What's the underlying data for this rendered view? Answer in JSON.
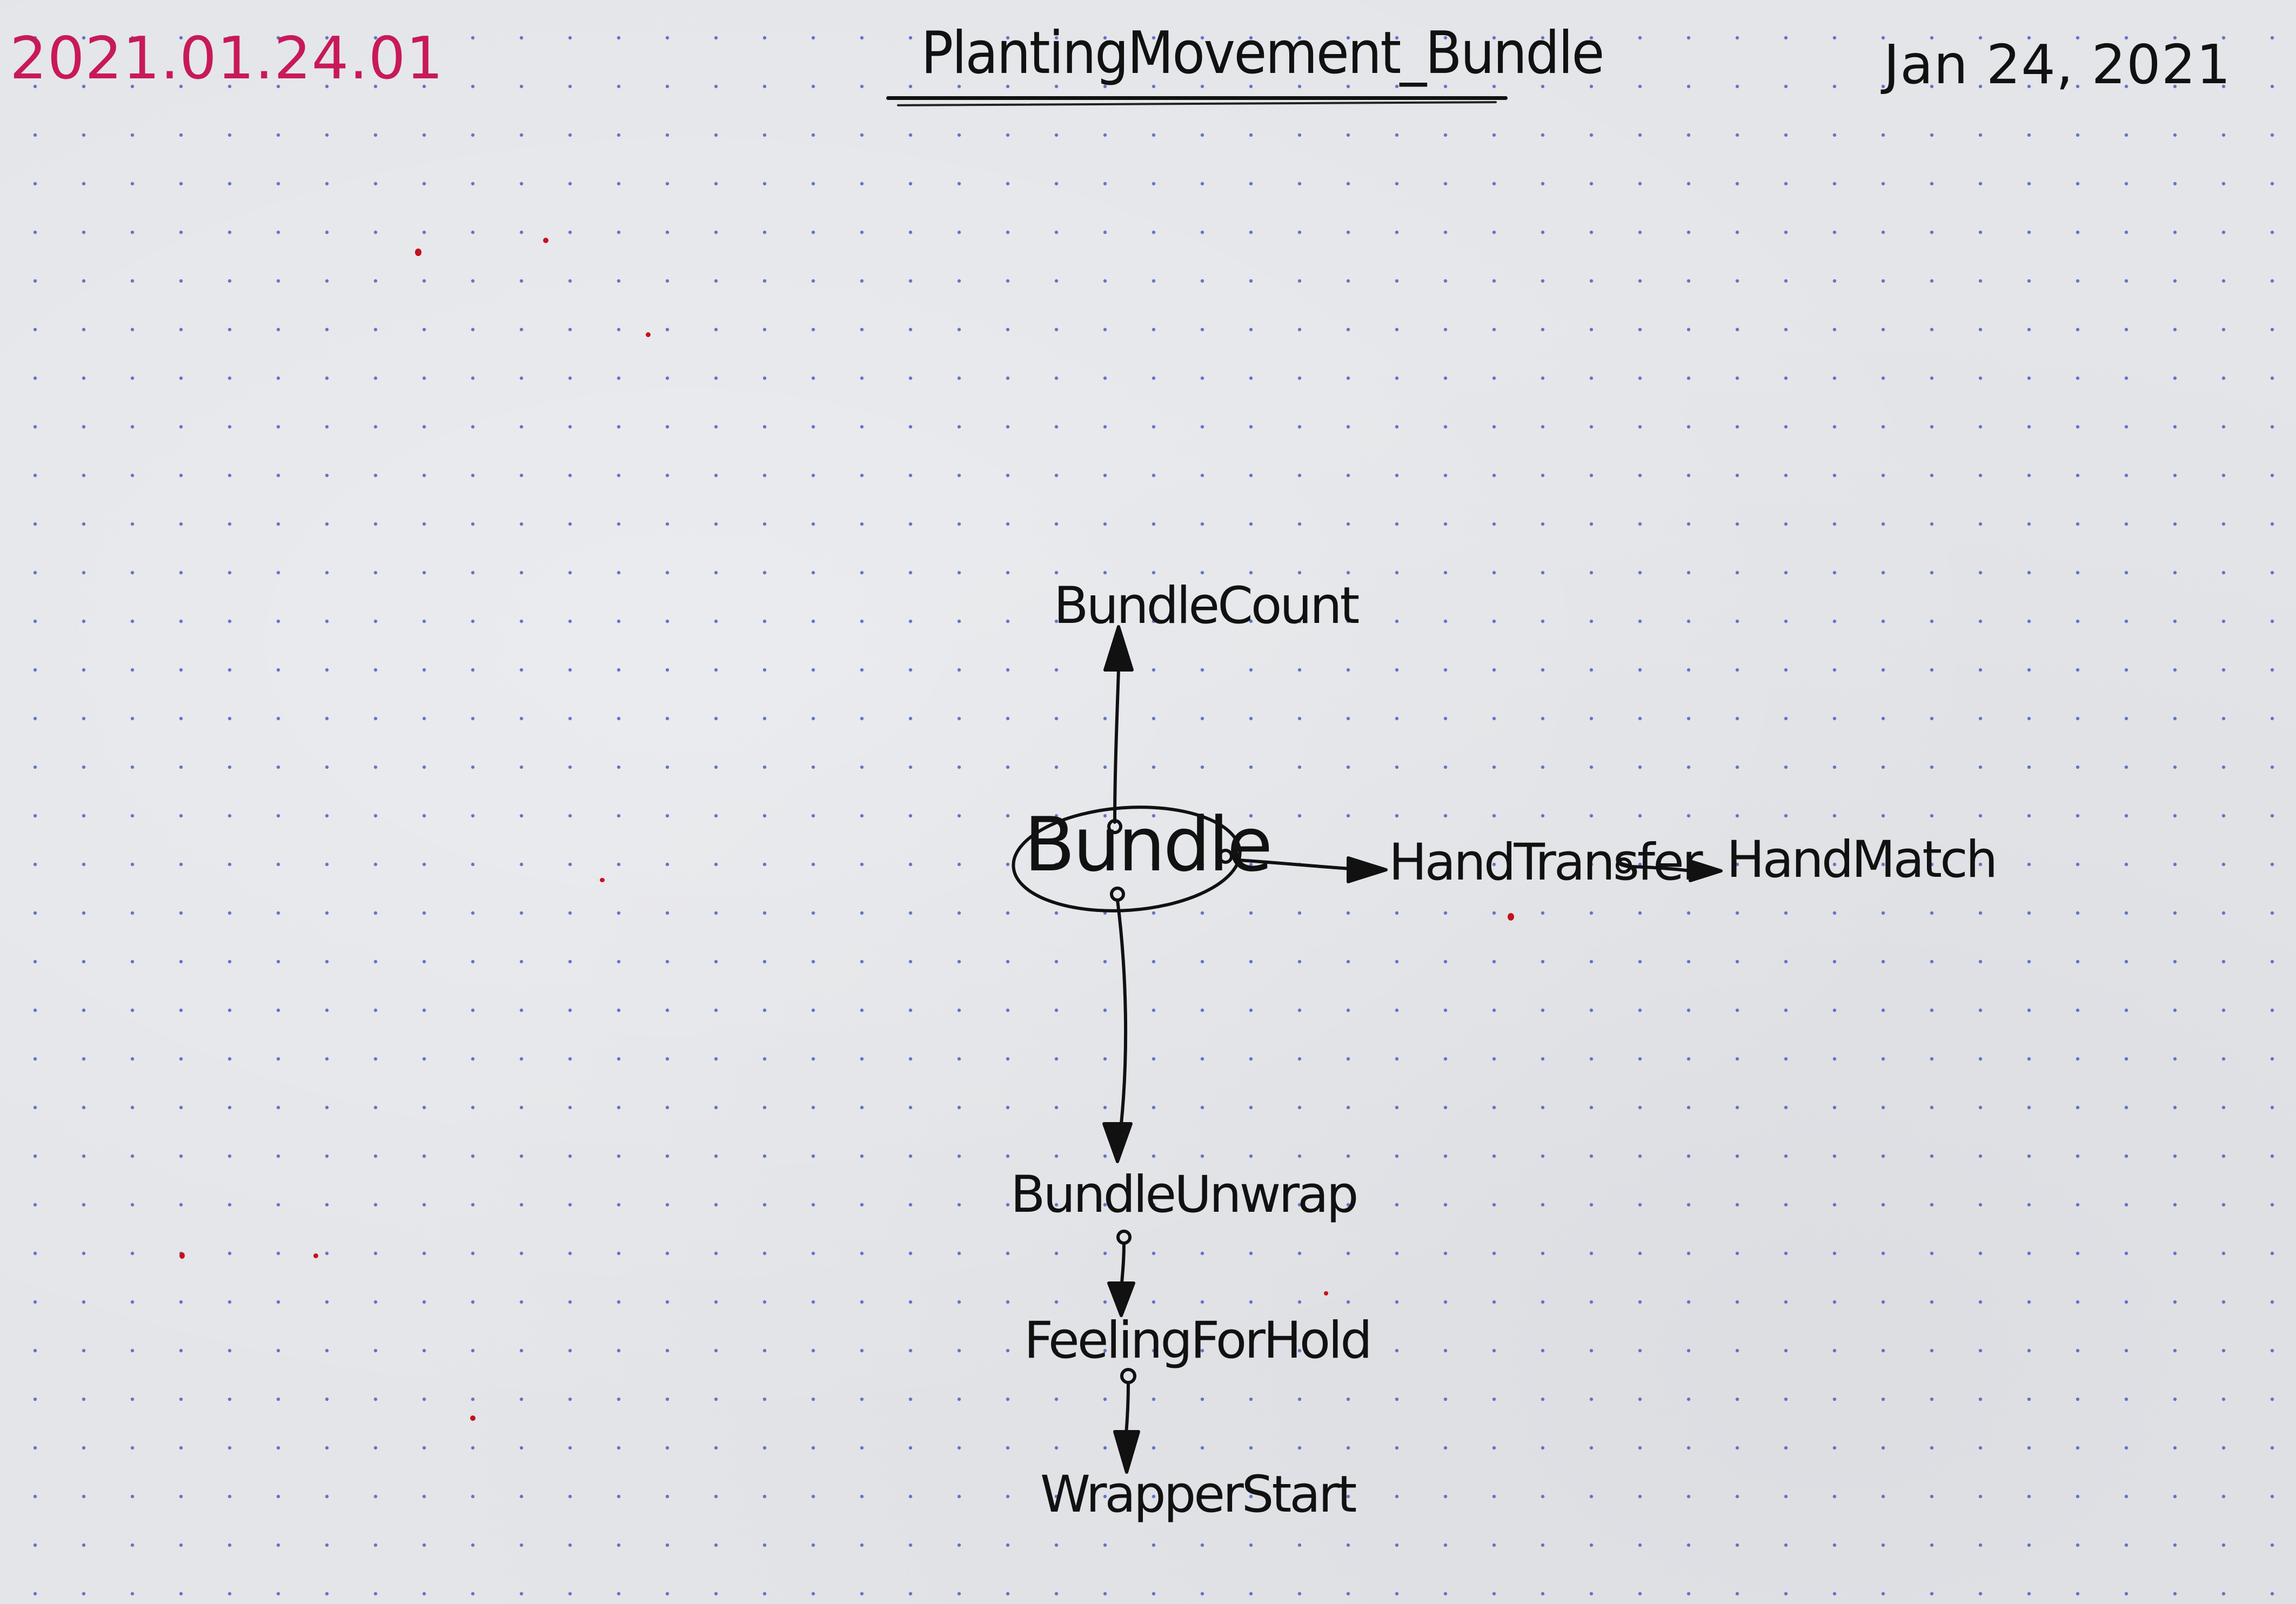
{
  "header": {
    "doc_id": "2021.01.24.01",
    "title": "PlantingMovement_Bundle",
    "date": "Jan 24, 2021"
  },
  "diagram": {
    "center_node": "Bundle",
    "nodes": {
      "bundle_count": "BundleCount",
      "hand_transfer": "HandTransfer",
      "hand_match": "HandMatch",
      "bundle_unwrap": "BundleUnwrap",
      "feeling_for_hold": "FeelingForHold",
      "wrapper_start": "WrapperStart"
    },
    "edges": [
      {
        "from": "Bundle",
        "to": "BundleCount"
      },
      {
        "from": "Bundle",
        "to": "HandTransfer"
      },
      {
        "from": "HandTransfer",
        "to": "HandMatch"
      },
      {
        "from": "Bundle",
        "to": "BundleUnwrap"
      },
      {
        "from": "BundleUnwrap",
        "to": "FeelingForHold"
      },
      {
        "from": "FeelingForHold",
        "to": "WrapperStart"
      }
    ]
  },
  "colors": {
    "ink": "#111111",
    "doc_id_ink": "#c8195a",
    "grid_dot": "#4a5ec0",
    "paper": "#e3e5e9"
  }
}
